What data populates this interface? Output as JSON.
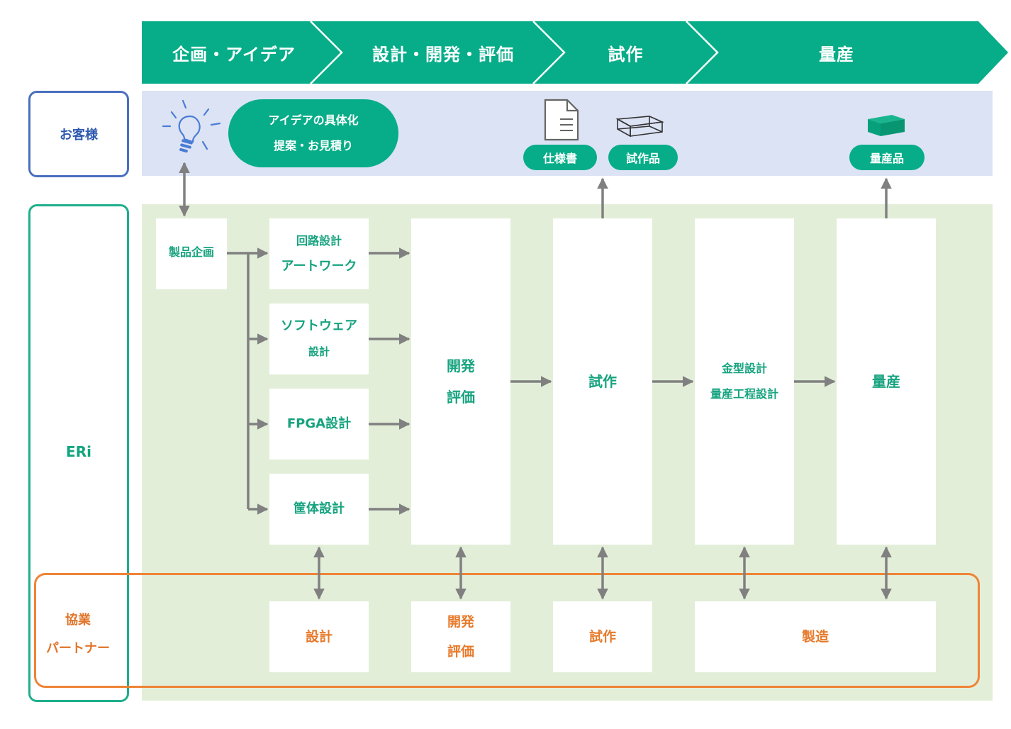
{
  "phases": [
    "企画・アイデア",
    "設計・開発・評価",
    "試作",
    "量産"
  ],
  "rows": {
    "customer": "お客様",
    "eri": "ERi",
    "partner_line1": "協業",
    "partner_line2": "パートナー"
  },
  "customer": {
    "idea_line1": "アイデアの具体化",
    "idea_line2": "提案・お見積り",
    "spec_doc": "仕様書",
    "prototype_item": "試作品",
    "mass_product": "量産品"
  },
  "eri": {
    "product_planning": "製品企画",
    "circuit_line1": "回路設計",
    "circuit_line2": "アートワーク",
    "software_line1": "ソフトウェア",
    "software_line2": "設計",
    "fpga": "FPGA設計",
    "enclosure": "筐体設計",
    "dev_line1": "開発",
    "dev_line2": "評価",
    "prototype": "試作",
    "mold_line1": "金型設計",
    "mold_line2": "量産工程設計",
    "mass": "量産"
  },
  "partner": {
    "design": "設計",
    "dev_line1": "開発",
    "dev_line2": "評価",
    "prototype": "試作",
    "manufacturing": "製造"
  },
  "colors": {
    "green": "#06ad88",
    "customer_bg": "#dce3f4",
    "eri_bg": "#e3eed9",
    "customer_border": "#4a6fbe",
    "partner_orange": "#ee8436",
    "arrow_gray": "#808080"
  },
  "icons": [
    "lightbulb-icon",
    "document-icon",
    "wireframe-box-icon",
    "solid-box-icon"
  ]
}
